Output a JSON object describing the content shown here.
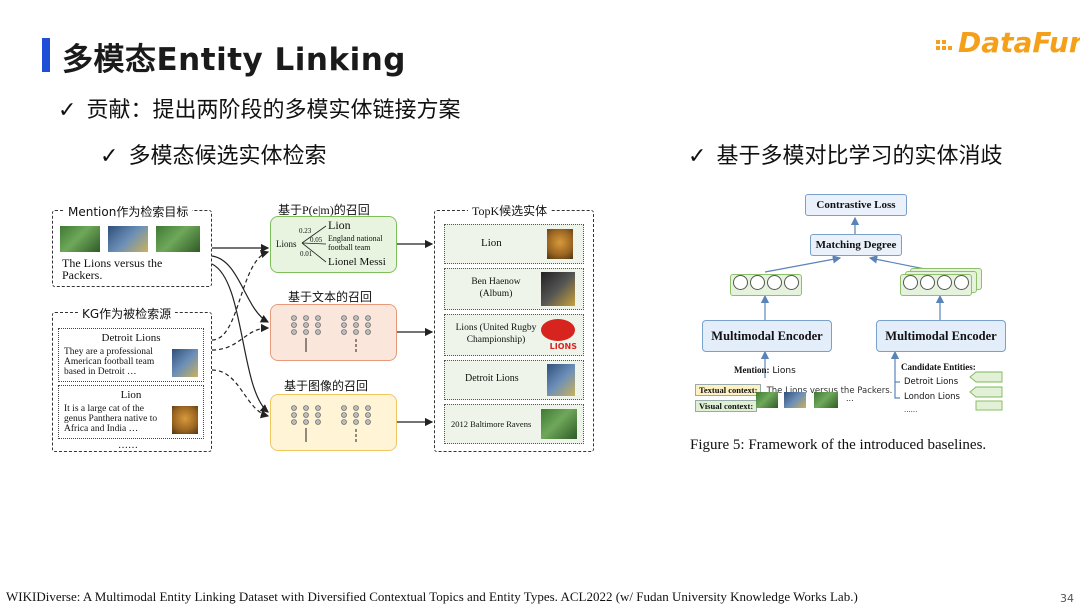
{
  "header": {
    "title": "多模态Entity Linking",
    "logo": "DataFun."
  },
  "bullets": {
    "check": "✓",
    "contribution": "贡献：提出两阶段的多模实体链接方案",
    "left_sub": "多模态候选实体检索",
    "right_sub": "基于多模对比学习的实体消歧"
  },
  "retrieval_diagram": {
    "mention_label": "Mention作为检索目标",
    "mention_text": "The Lions versus the Packers.",
    "kg_label": "KG作为被检索源",
    "kg_entries": [
      {
        "name": "Detroit Lions",
        "desc": "They are a professional American football team based in Detroit …"
      },
      {
        "name": "Lion",
        "desc": "It is a large cat of the genus Panthera native to Africa and India …"
      }
    ],
    "kg_more": "……",
    "prior_title": "基于P(e|m)的召回",
    "prior": {
      "mention": "Lions",
      "candidates": [
        {
          "prob": "0.23",
          "name": "Lion"
        },
        {
          "prob": "0.05",
          "name": "England national football team"
        },
        {
          "prob": "0.01",
          "name": "Lionel Messi"
        }
      ]
    },
    "text_title": "基于文本的召回",
    "image_title": "基于图像的召回",
    "topk_label": "TopK候选实体",
    "topk": [
      {
        "name": "Lion"
      },
      {
        "name": "Ben Haenow (Album)"
      },
      {
        "name": "Lions (United Rugby Championship)",
        "logo": "LIONS"
      },
      {
        "name": "Detroit Lions"
      },
      {
        "name": "2012 Baltimore Ravens"
      }
    ]
  },
  "disambiguation_diagram": {
    "contrastive_loss": "Contrastive Loss",
    "matching_degree": "Matching Degree",
    "encoder_left": "Multimodal Encoder",
    "encoder_right": "Multimodal Encoder",
    "mention_label": "Mention:",
    "mention_value": "Lions",
    "textual_context_label": "Textual context:",
    "textual_context_value": "The Lions versus the Packers.",
    "visual_context_label": "Visual context:",
    "visual_more": "...",
    "candidate_label": "Candidate Entities:",
    "candidates": [
      "Detroit Lions",
      "London Lions",
      "......"
    ],
    "caption": "Figure 5: Framework of the introduced baselines."
  },
  "footer": {
    "citation": "WIKIDiverse: A Multimodal Entity Linking Dataset with Diversified Contextual Topics and Entity Types. ACL2022  (w/ Fudan University Knowledge Works Lab.)",
    "page_number": "34"
  },
  "colors": {
    "accent_bar": "#1f4fd6",
    "logo": "#f5a01a",
    "prior_box": "#e8f4df",
    "text_box": "#fbe6dc",
    "image_box": "#fff4d6",
    "encoder": "#e4eefa"
  }
}
